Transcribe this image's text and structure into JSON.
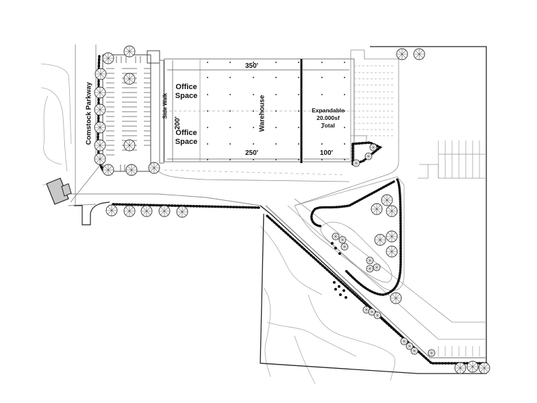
{
  "plan": {
    "road_label": "Comstock Parkway",
    "sidewalk_label": "Side Walk",
    "building": {
      "office_upper": [
        "Office",
        "Space"
      ],
      "office_lower": [
        "Office",
        "Space"
      ],
      "warehouse_label": "Warehouse",
      "expandable_label": [
        "Expandable",
        "20.000sf",
        "Total"
      ],
      "dimensions": {
        "overall_width": "350'",
        "depth": "200'",
        "existing_width": "250'",
        "expansion_width": "100'"
      }
    },
    "colors": {
      "line": "#222222",
      "light_line": "#9a9a9a",
      "existing_building_fill": "#c8c8c8",
      "shrub": "#1a1a1a"
    }
  }
}
